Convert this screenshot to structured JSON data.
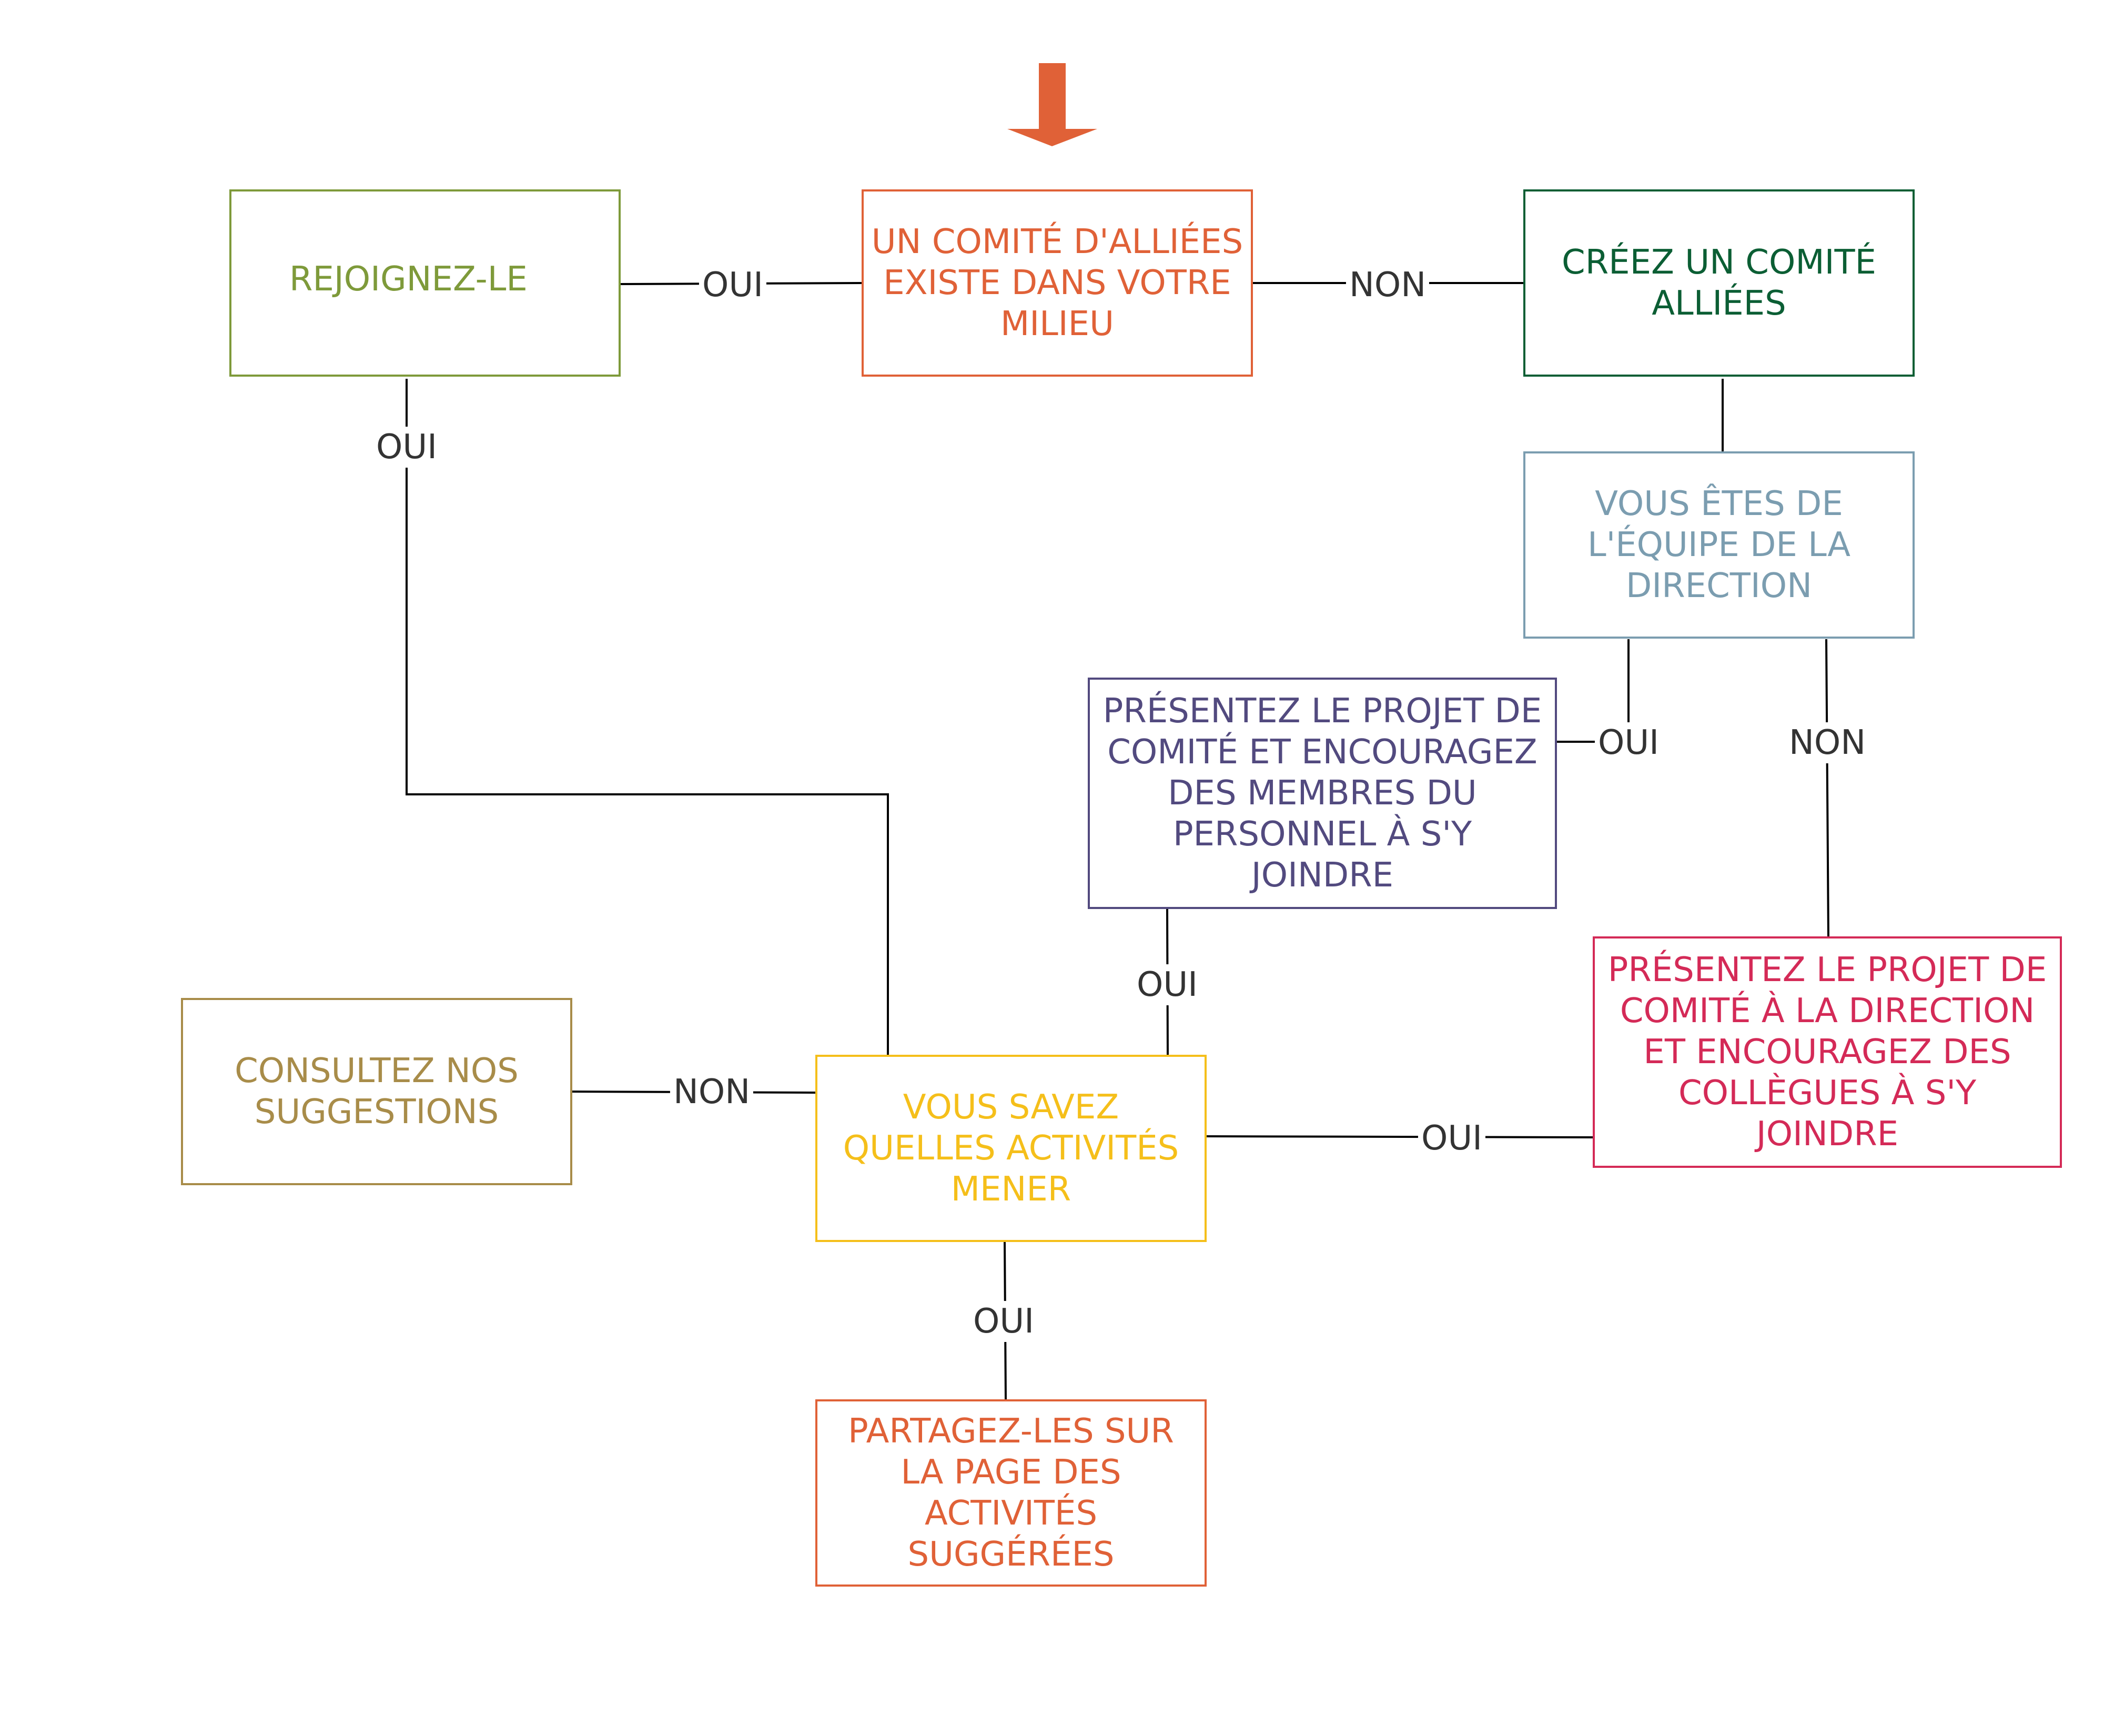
{
  "colors": {
    "orange": "#e06137",
    "olive": "#7e9a3a",
    "darkgreen": "#0b5e34",
    "steel": "#7b9db0",
    "purple": "#524a7f",
    "crimson": "#d42a57",
    "khaki": "#a88c49",
    "gold": "#f5bf1a",
    "line": "#000000",
    "label": "#333333"
  },
  "nodes": {
    "question_committee": "UN COMITÉ D'ALLIÉES\nEXISTE DANS VOTRE\nMILIEU",
    "join": "REJOIGNEZ-LE",
    "create": "CRÉEZ UN COMITÉ\nALLIÉES",
    "question_direction": "VOUS ÊTES DE\nL'ÉQUIPE DE LA\nDIRECTION",
    "present_staff": "PRÉSENTEZ LE PROJET DE\nCOMITÉ ET ENCOURAGEZ\nDES MEMBRES DU\nPERSONNEL À S'Y\nJOINDRE",
    "present_direction": "PRÉSENTEZ LE PROJET DE\nCOMITÉ À LA DIRECTION\nET ENCOURAGEZ DES\nCOLLÈGUES À S'Y\nJOINDRE",
    "consult": "CONSULTEZ NOS\nSUGGESTIONS",
    "question_activities": "VOUS SAVEZ\nQUELLES ACTIVITÉS\nMENER",
    "share": "PARTAGEZ-LES SUR\nLA PAGE DES\nACTIVITÉS\nSUGGÉRÉES"
  },
  "labels": {
    "oui_join": "OUI",
    "non_create": "NON",
    "oui_join_down": "OUI",
    "oui_direction": "OUI",
    "non_direction": "NON",
    "oui_staff_down": "OUI",
    "non_consult": "NON",
    "oui_present_direction": "OUI",
    "oui_share": "OUI"
  }
}
